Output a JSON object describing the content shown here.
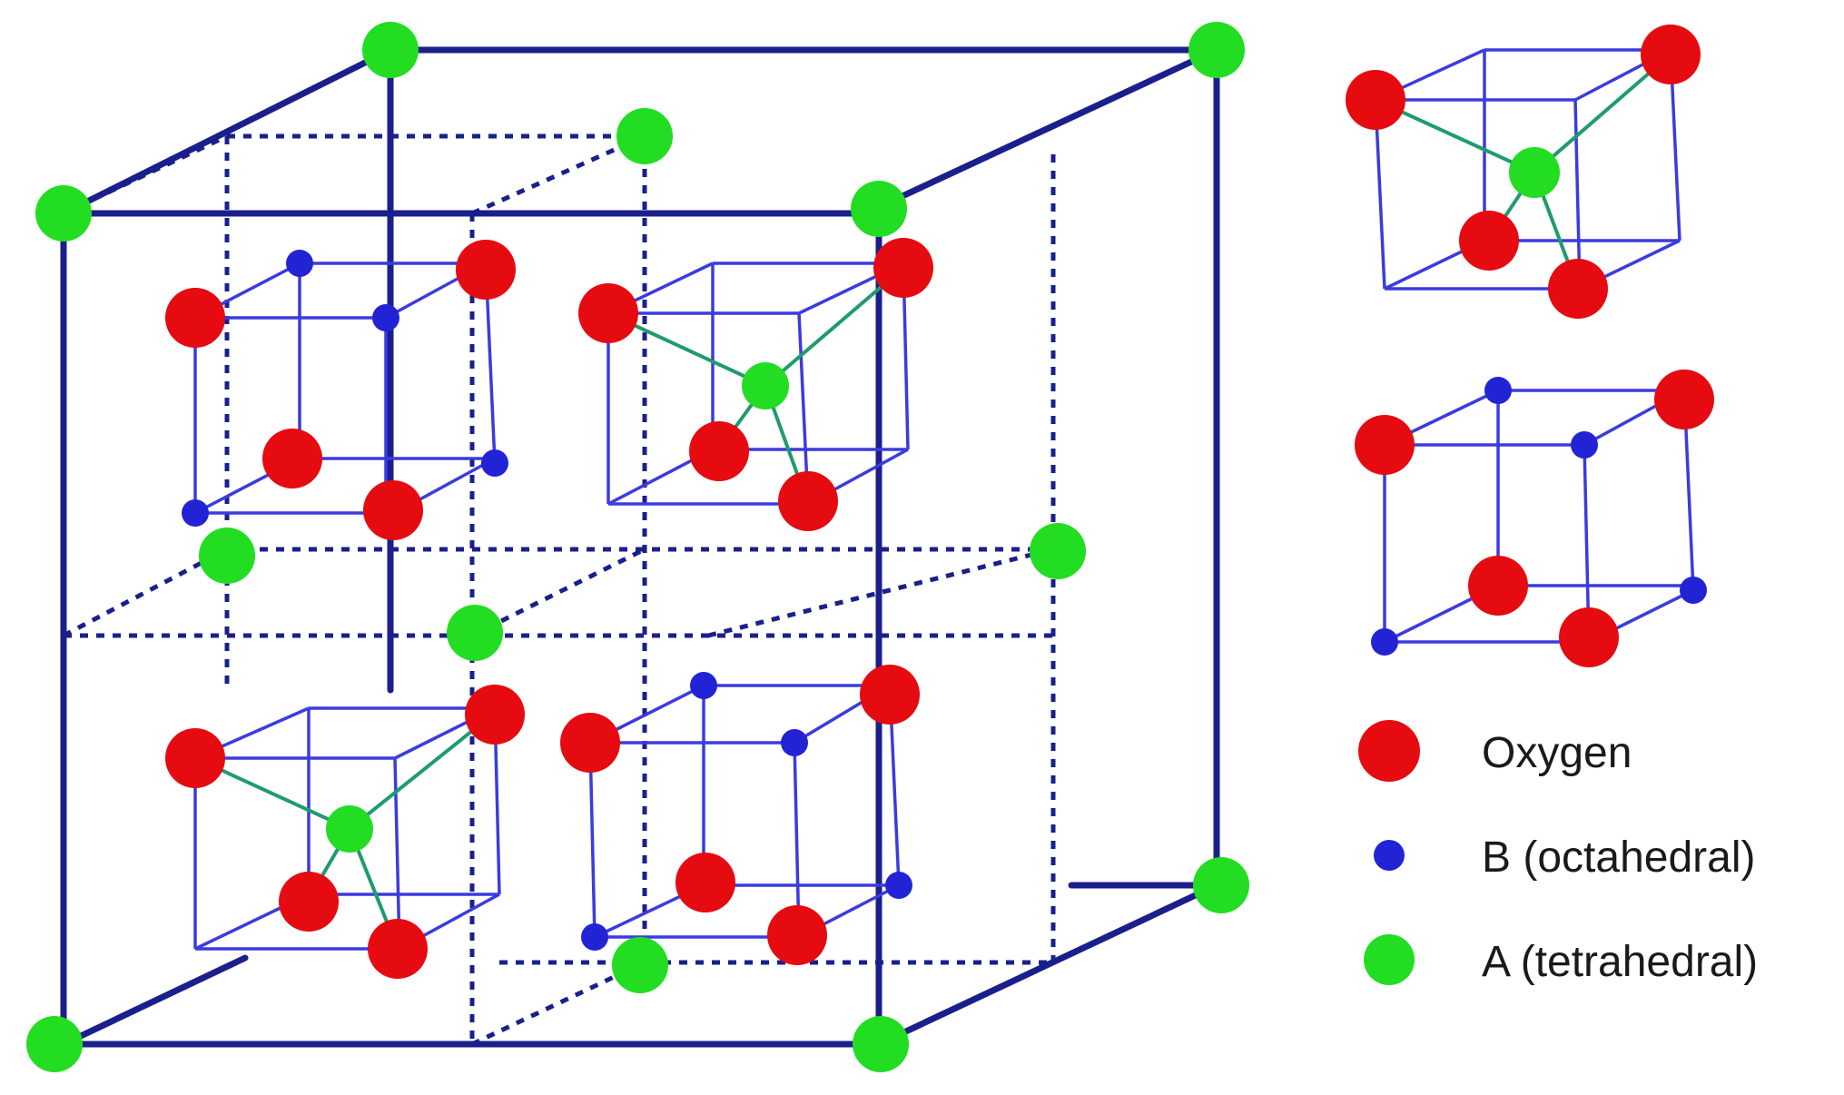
{
  "legend": {
    "oxygen": {
      "label": "Oxygen",
      "color": "#e50b10"
    },
    "b_site": {
      "label": "B (octahedral)",
      "color": "#2323d6"
    },
    "a_site": {
      "label": "A (tetrahedral)",
      "color": "#22dd22"
    }
  },
  "colors": {
    "frame": "#1a1f8c",
    "subcell": "#3b3be0",
    "bond": "#1f9b6e"
  }
}
